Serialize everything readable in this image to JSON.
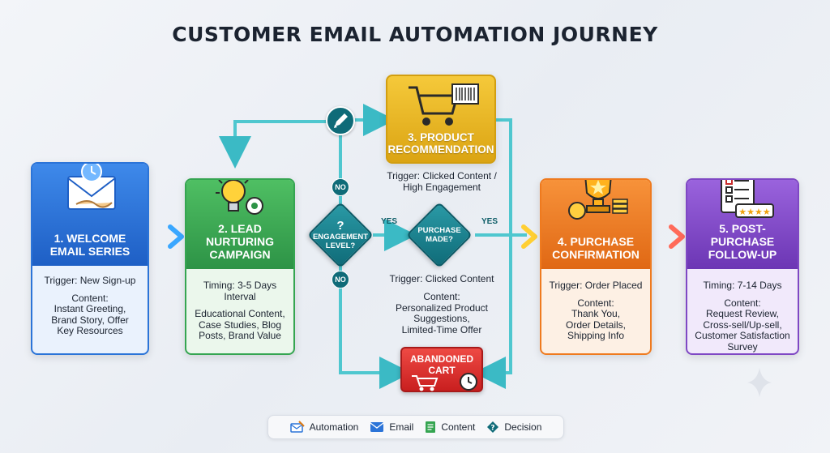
{
  "title": "CUSTOMER EMAIL AUTOMATION JOURNEY",
  "steps": [
    {
      "label": "1. WELCOME\nEMAIL SERIES",
      "trigger": "Trigger: New Sign-up",
      "content": "Content:\nInstant Greeting,\nBrand Story, Offer\nKey Resources",
      "color": "#2b74d8"
    },
    {
      "label": "2. LEAD NURTURING\nCAMPAIGN",
      "trigger": "Timing: 3-5 Days\nInterval",
      "content": "Educational Content,\nCase Studies, Blog\nPosts, Brand Value",
      "color": "#35a551"
    },
    {
      "label": "3. PRODUCT\nRECOMMENDATION",
      "trigger": "Trigger: Clicked Content /\nHigh Engagement",
      "color": "#e5b41c"
    },
    {
      "label": "4. PURCHASE\nCONFIRMATION",
      "trigger": "Trigger: Order Placed",
      "content": "Content:\nThank You,\nOrder Details,\nShipping Info",
      "color": "#ef7a1e"
    },
    {
      "label": "5. POST-PURCHASE\nFOLLOW-UP",
      "trigger": "Timing: 7-14 Days",
      "content": "Content:\nRequest Review,\nCross-sell/Up-sell,\nCustomer Satisfaction\nSurvey",
      "color": "#7f48c4"
    }
  ],
  "middle": {
    "trigger": "Trigger: Clicked Content",
    "content": "Content:\nPersonalized Product\nSuggestions,\nLimited-Time Offer"
  },
  "decisions": {
    "engagement": "ENGAGEMENT\nLEVEL?",
    "engagement_mark": "?",
    "purchase": "PURCHASE\nMADE?"
  },
  "branch_labels": {
    "yes1": "YES",
    "yes2": "YES",
    "no_top": "NO",
    "no_bottom": "NO"
  },
  "abandoned": {
    "label": "ABANDONED\nCART",
    "color": "#de2d2d"
  },
  "legend": [
    {
      "icon": "automation-icon",
      "label": "Automation"
    },
    {
      "icon": "email-icon",
      "label": "Email"
    },
    {
      "icon": "content-icon",
      "label": "Content"
    },
    {
      "icon": "decision-icon",
      "label": "Decision"
    }
  ],
  "colors": {
    "connector": "#4fc7cf",
    "decision": "#0f6b78"
  }
}
